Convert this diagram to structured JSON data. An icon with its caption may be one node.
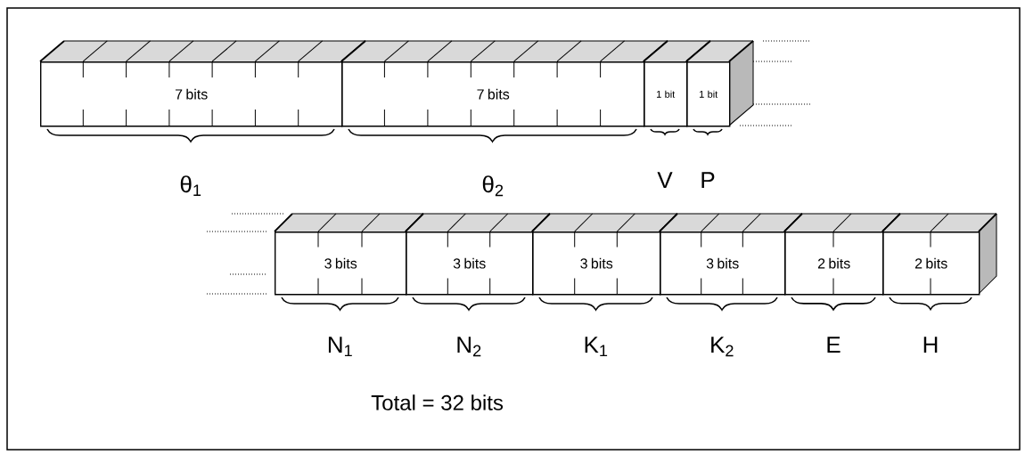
{
  "diagram": {
    "nodes": [
      {
        "text": [
          "7 bits"
        ]
      },
      {
        "text": [
          "7 bits"
        ]
      },
      {
        "text": [
          "1 bit"
        ]
      },
      {
        "text": [
          "1 bit"
        ]
      },
      {
        "text": [
          "3 bits"
        ],
        "beside": [
          "N$_{1}$"
        ]
      },
      {
        "text": [
          "3 bits"
        ],
        "beside": [
          "N$_{2}$"
        ]
      },
      {
        "text": [
          "3 bits"
        ],
        "beside": [
          "K$_{1}$"
        ]
      },
      {
        "text": [
          "3 bits"
        ],
        "beside": [
          "K$_{2}$"
        ]
      },
      {
        "text": [
          "2 bits"
        ],
        "beside": [
          "E"
        ]
      },
      {
        "text": [
          "2 bits"
        ],
        "beside": [
          "H"
        ]
      }
    ],
    "labels": [
      "θ$_{1}$",
      "θ$_{2}$",
      "V",
      "P",
      "Total = 32 bits"
    ]
  }
}
